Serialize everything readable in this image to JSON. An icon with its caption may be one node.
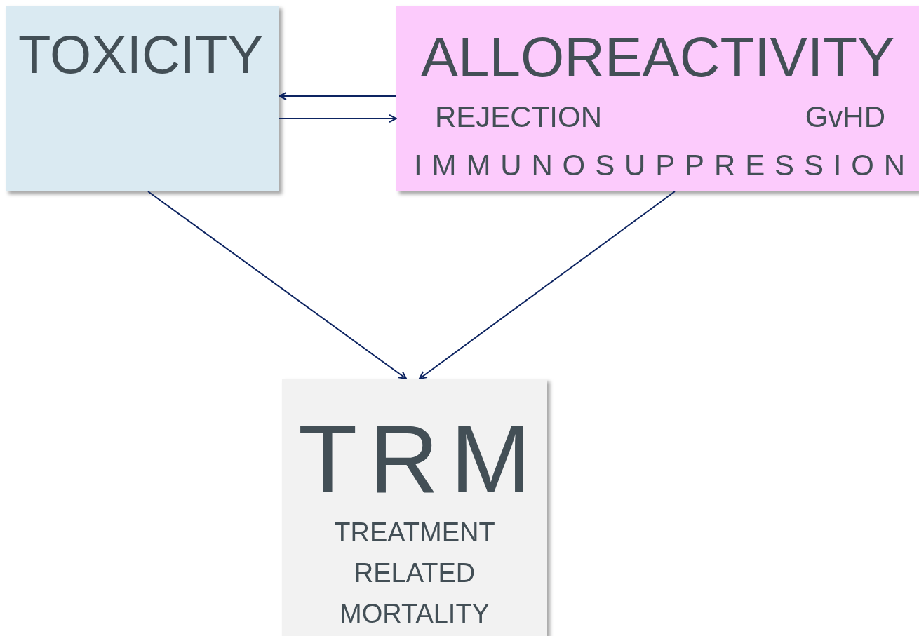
{
  "diagram": {
    "nodes": [
      {
        "text": [
          "TOXICITY"
        ]
      },
      {
        "text": [
          "ALLOREACTIVITY",
          "REJECTION",
          "GvHD",
          "IMMUNOSUPPRESSION"
        ]
      },
      {
        "text": [
          "TRM",
          "TREATMENT RELATED MORTALITY"
        ]
      }
    ],
    "edges": [
      {
        "from": 1,
        "to": 0,
        "arrow": "to"
      },
      {
        "from": 0,
        "to": 1,
        "arrow": "to"
      },
      {
        "from": 0,
        "to": 2,
        "arrow": "to"
      },
      {
        "from": 1,
        "to": 2,
        "arrow": "to"
      }
    ]
  }
}
